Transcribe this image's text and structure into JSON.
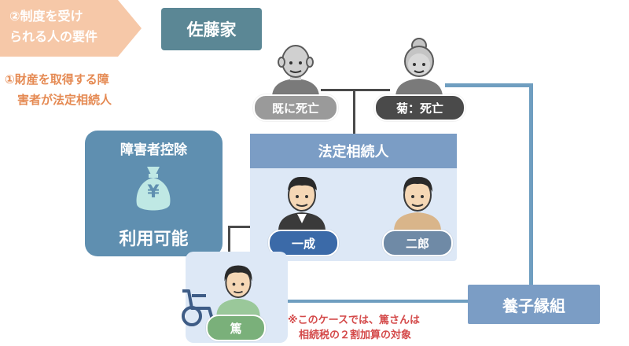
{
  "header": {
    "section_line1": "②制度を受け",
    "section_line2": "られる人の要件",
    "requirement_line1": "①財産を取得する障",
    "requirement_line2": "害者が法定相続人",
    "family_name": "佐藤家"
  },
  "parents": {
    "father_label": "既に死亡",
    "mother_label": "菊：死亡"
  },
  "heirs": {
    "title": "法定相続人",
    "son1_label": "一成",
    "son2_label": "二郎"
  },
  "deduction": {
    "title": "障害者控除",
    "money_symbol": "¥",
    "status": "利用可能"
  },
  "grandson": {
    "label": "篤"
  },
  "adoption_label": "養子縁組",
  "note": {
    "line1": "※このケースでは、篤さんは",
    "line2": "相続税の２割加算の対象"
  },
  "colors": {
    "accent_orange": "#f6c8a8",
    "slate_blue": "#5b8795",
    "heir_blue": "#7b9dc5",
    "note_red": "#d44a4a"
  }
}
